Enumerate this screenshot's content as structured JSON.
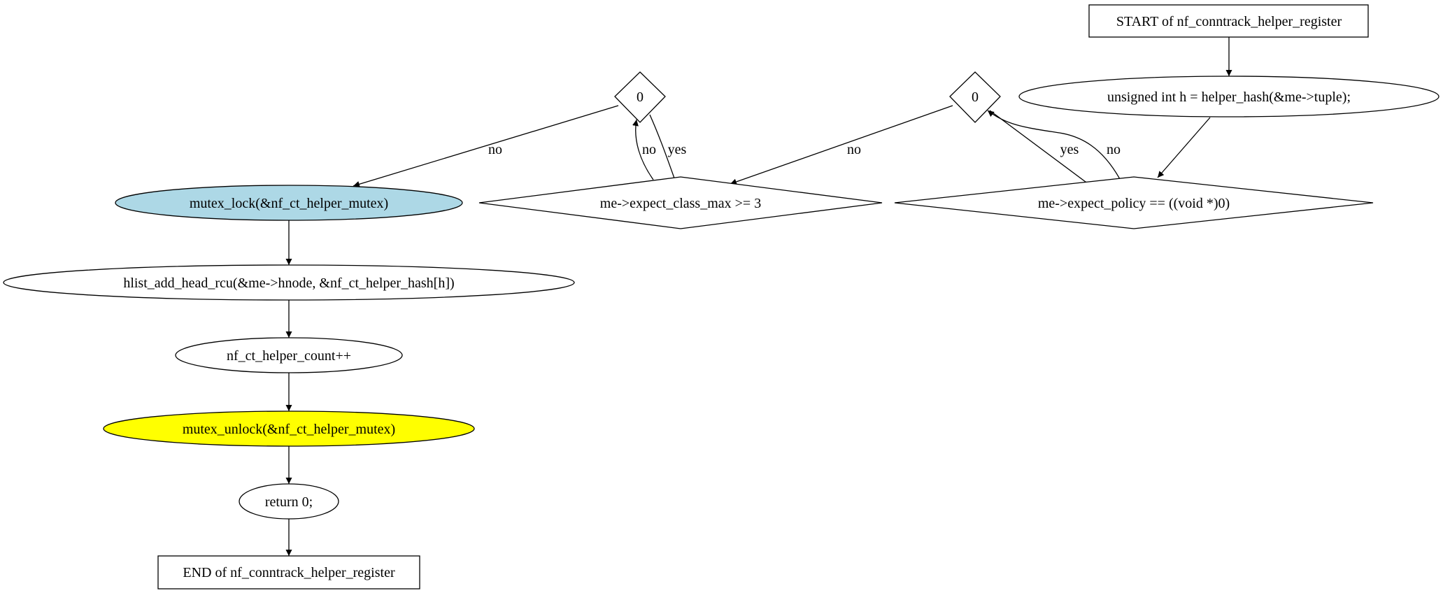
{
  "nodes": {
    "start": "START of nf_conntrack_helper_register",
    "hash": "unsigned int h = helper_hash(&me->tuple);",
    "cond_right": "0",
    "cond_left": "0",
    "policy": "me->expect_policy == ((void *)0)",
    "class_max": "me->expect_class_max >= 3",
    "mutex_lock": "mutex_lock(&nf_ct_helper_mutex)",
    "hlist": "hlist_add_head_rcu(&me->hnode, &nf_ct_helper_hash[h])",
    "count": "nf_ct_helper_count++",
    "mutex_unlock": "mutex_unlock(&nf_ct_helper_mutex)",
    "ret": "return 0;",
    "end": "END of nf_conntrack_helper_register"
  },
  "edges": {
    "policy_to_right_no": "no",
    "right_to_policy_yes": "yes",
    "right_to_classmax_no": "no",
    "left_to_classmax_yes": "yes",
    "classmax_to_left_no": "no",
    "left_to_mutex_no": "no"
  },
  "colors": {
    "mutex_lock_fill": "#add8e6",
    "mutex_unlock_fill": "#ffff00"
  }
}
